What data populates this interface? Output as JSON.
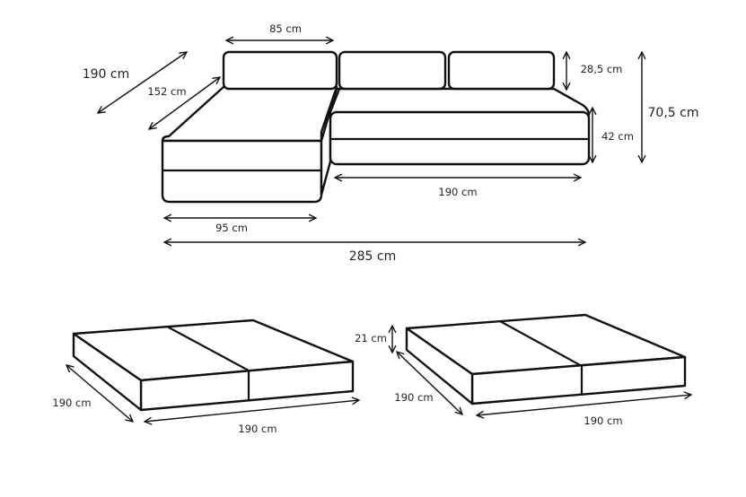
{
  "labels": {
    "backrest_width": "85 cm",
    "chaise_depth_outer": "190 cm",
    "chaise_depth_inner": "152 cm",
    "backrest_height": "28,5 cm",
    "total_height": "70,5 cm",
    "seat_height": "42 cm",
    "sofa_width": "190 cm",
    "chaise_width": "95 cm",
    "total_width": "285 cm",
    "mattress_left_depth": "190 cm",
    "mattress_left_width": "190 cm",
    "mattress_height": "21 cm",
    "mattress_right_depth": "190 cm",
    "mattress_right_width": "190 cm"
  },
  "colors": {
    "line": "#111111",
    "background": "#ffffff"
  }
}
